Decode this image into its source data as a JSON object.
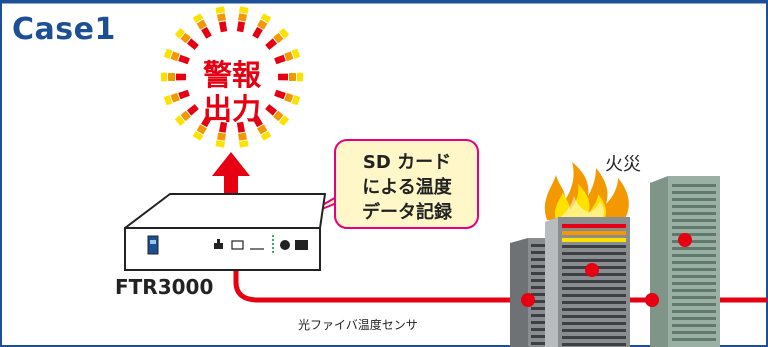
{
  "title": "Case1",
  "alarm": {
    "label": "警報\n出力",
    "color": "#e60012"
  },
  "fire": {
    "label": "火災"
  },
  "callout": {
    "label": "SD カード\nによる温度\nデータ記録",
    "fill": "#fff7c7",
    "border": "#e4007f"
  },
  "device": {
    "label": "FTR3000"
  },
  "sensor": {
    "label": "光ファイバ温度センサ",
    "cable_color": "#e60012"
  },
  "colors": {
    "frame": "#1c4f95",
    "accent_red": "#e60012",
    "building_gray": "#8a8d90",
    "building_green": "#9bb0a4"
  },
  "icons": [
    "burst-icon",
    "up-arrow-icon",
    "device-icon",
    "flame-icon",
    "building-icon",
    "sensor-point-icon"
  ]
}
